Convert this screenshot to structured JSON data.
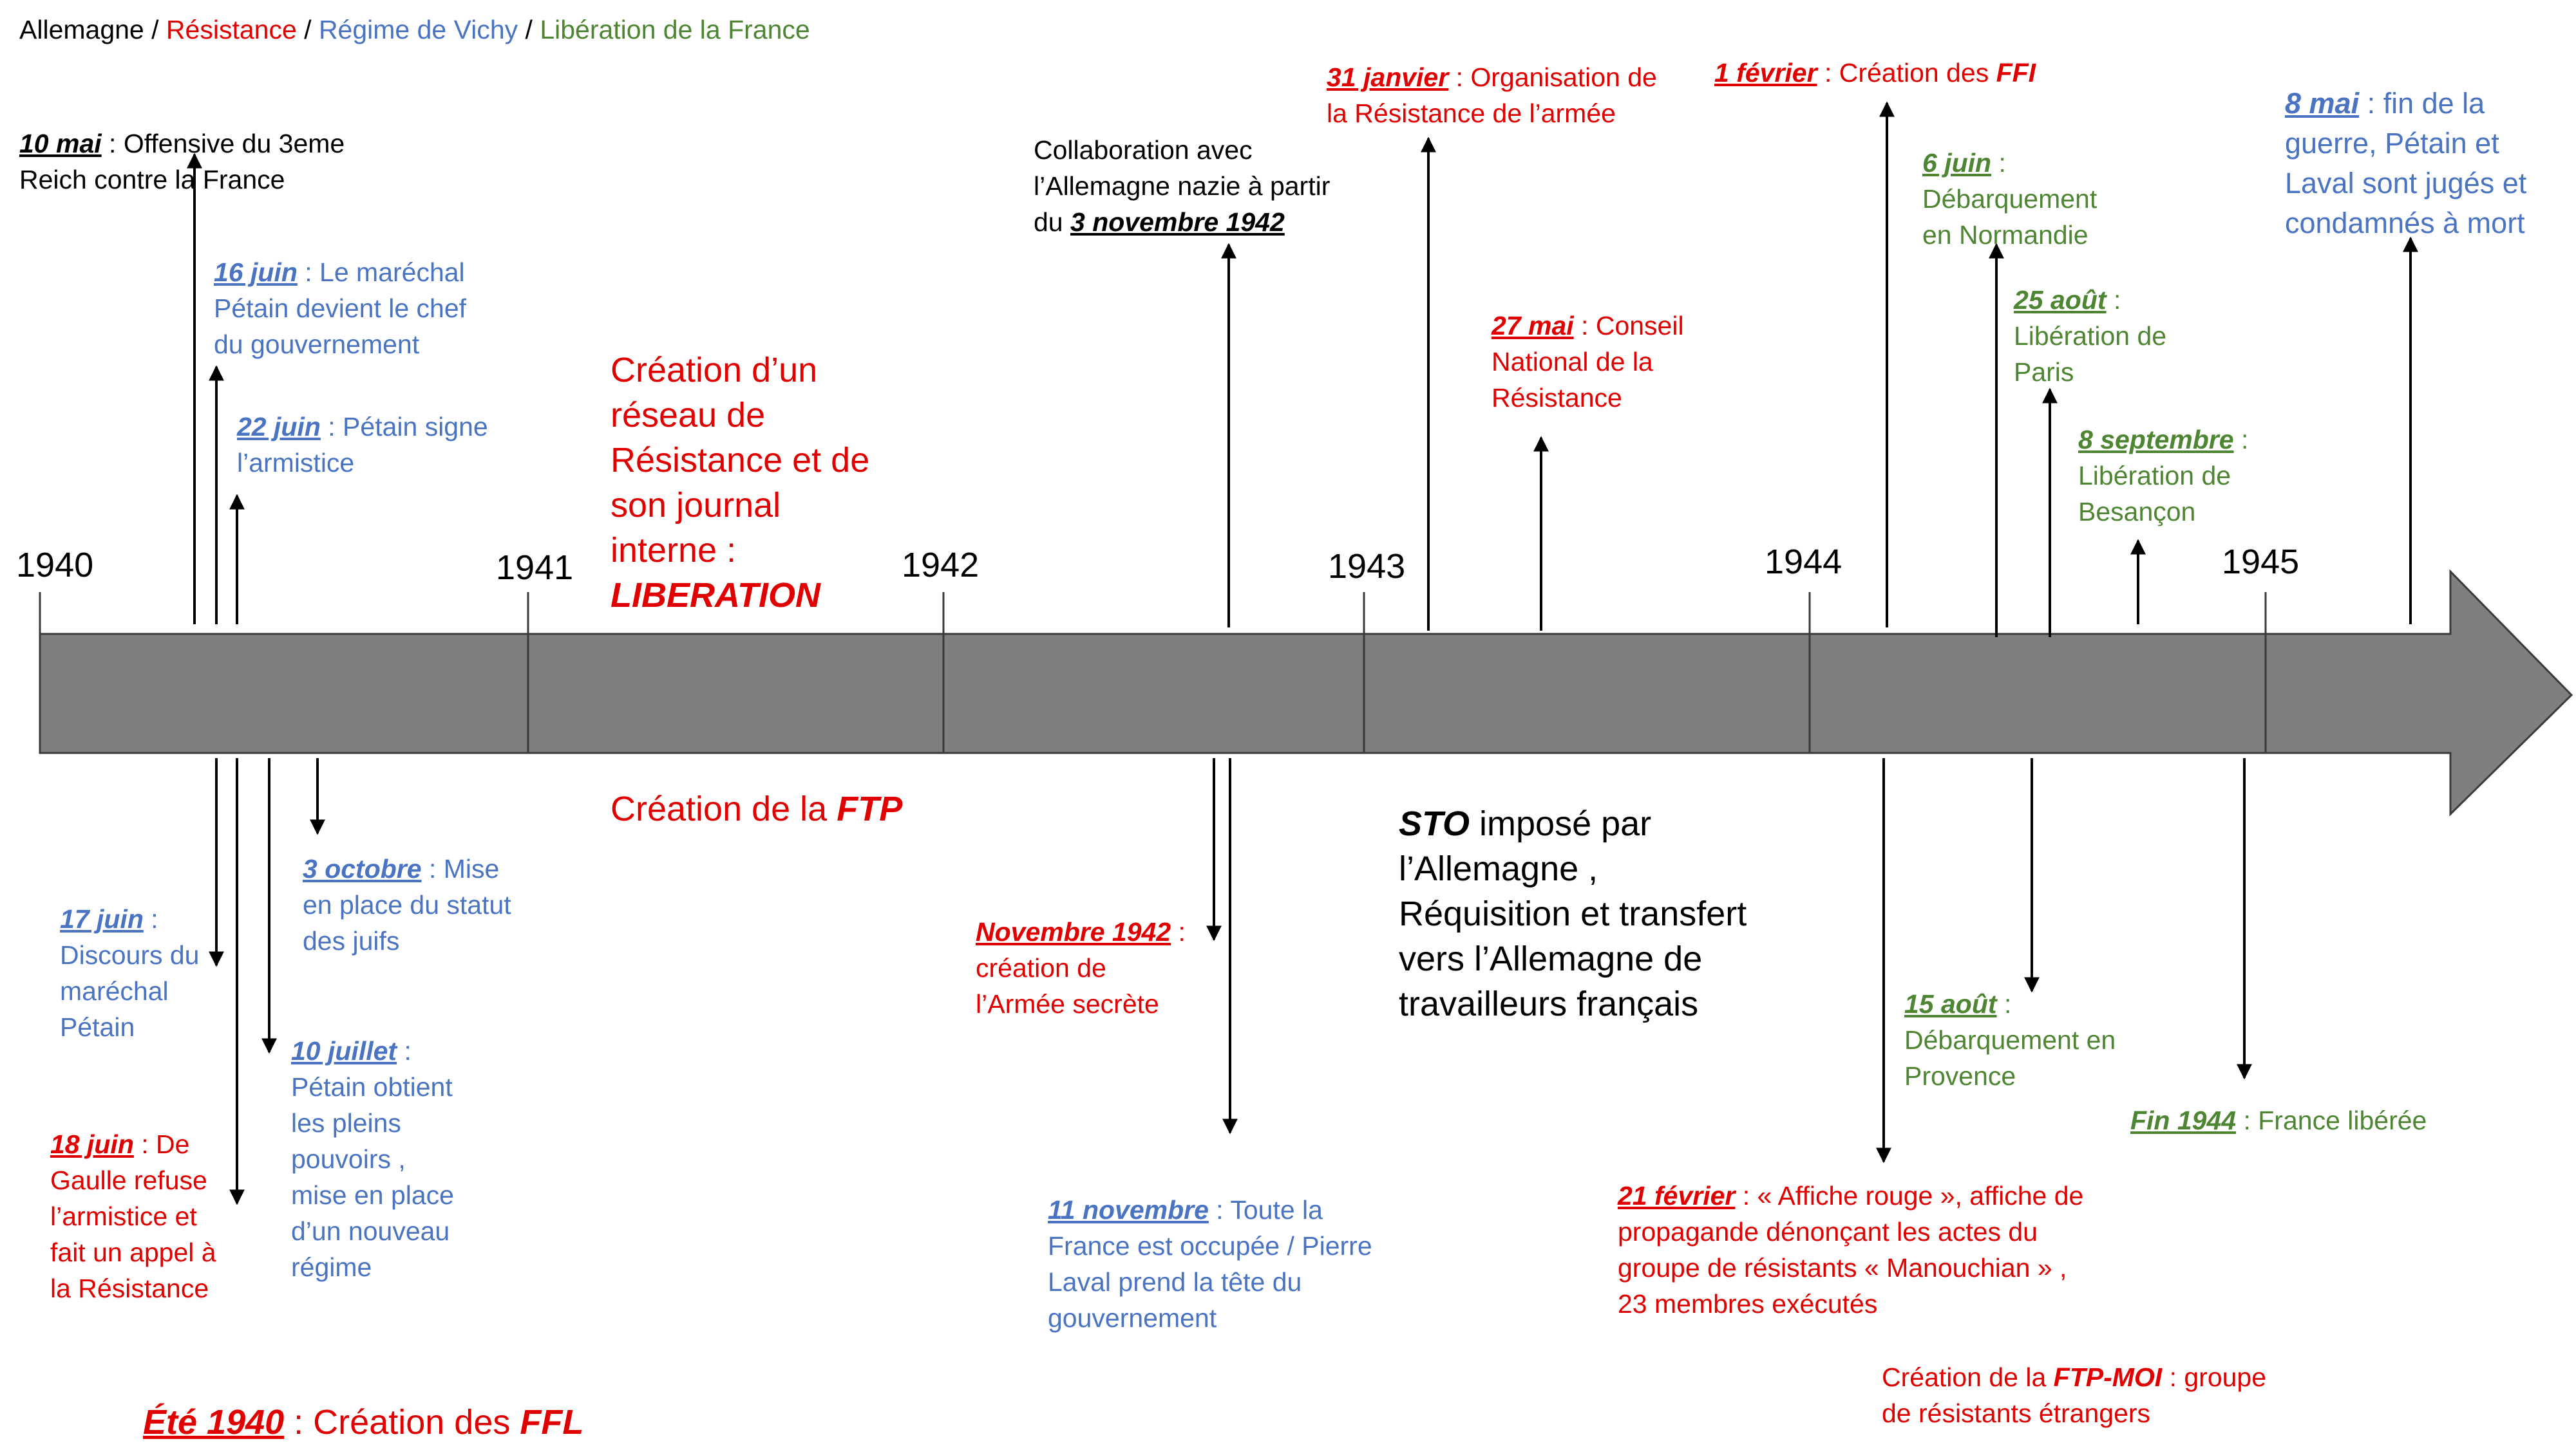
{
  "colors": {
    "allemagne": "#000000",
    "resistance": "#e00000",
    "vichy": "#4a74c2",
    "liberation": "#4e8533",
    "bar": "#7f7f7f"
  },
  "legend": {
    "allemagne": "Allemagne",
    "resistance": "Résistance",
    "vichy": "Régime de Vichy",
    "liberation": "Libération de la France",
    "sep": " / "
  },
  "years": [
    "1940",
    "1941",
    "1942",
    "1943",
    "1944",
    "1945"
  ],
  "events": {
    "e10mai": {
      "date": "10 mai",
      "text": " : Offensive du 3eme\nReich contre la France"
    },
    "e16juin": {
      "date": "16 juin",
      "text": " :  Le maréchal\nPétain devient le chef\ndu gouvernement"
    },
    "e22juin": {
      "date": "22 juin",
      "text": " : Pétain signe\nl’armistice"
    },
    "reseau": {
      "pre": "Création d’un\nréseau de\nRésistance et de\nson journal\ninterne :\n",
      "bold": "LIBERATION"
    },
    "collab": {
      "pre": "Collaboration avec\nl’Allemagne nazie à partir\ndu ",
      "date": "3 novembre 1942"
    },
    "e31jan": {
      "date": "31 janvier",
      "text": " : Organisation de\nla Résistance de l’armée"
    },
    "e27mai": {
      "date": "27 mai",
      "text": " : Conseil\nNational de la\nRésistance"
    },
    "e1fev": {
      "date": "1 février",
      "text": " : Création des ",
      "bold": "FFI"
    },
    "e6juin": {
      "date": "6 juin",
      "text": " :\nDébarquement\nen Normandie"
    },
    "e25aout": {
      "date": "25 août",
      "text": " :\nLibération de\nParis"
    },
    "e8sept": {
      "date": "8 septembre",
      "text": " :\nLibération de\nBesançon"
    },
    "e8mai": {
      "date": "8 mai",
      "text": " : fin de la\nguerre,  Pétain et\nLaval sont jugés et\ncondamnés à mort"
    },
    "e17juin": {
      "date": "17 juin",
      "text": " :\nDiscours du\nmaréchal\nPétain"
    },
    "e18juin": {
      "date": "18 juin",
      "text": " : De\nGaulle refuse\nl’armistice et\nfait un appel à\nla Résistance"
    },
    "e3oct": {
      "date": "3 octobre",
      "text": " : Mise\nen place du statut\ndes juifs"
    },
    "e10juil": {
      "date": "10 juillet",
      "text": " :\nPétain obtient\nles pleins\npouvoirs ,\nmise en place\nd’un nouveau\nrégime"
    },
    "ftp": {
      "text": "Création de la ",
      "bold": "FTP"
    },
    "nov1942": {
      "date": "Novembre 1942",
      "text": " :\ncréation de\nl’Armée secrète"
    },
    "e11nov": {
      "date": "11 novembre",
      "text": " : Toute la\nFrance est occupée / Pierre\nLaval prend la tête du\ngouvernement"
    },
    "sto": {
      "bold": "STO",
      "text": " imposé par\nl’Allemagne ,\nRéquisition et transfert\nvers l’Allemagne de\ntravailleurs français"
    },
    "e15aout": {
      "date": "15 août",
      "text": " :\nDébarquement en\nProvence"
    },
    "fin1944": {
      "date": "Fin 1944",
      "text": " : France libérée"
    },
    "e21fev": {
      "date": "21 février",
      "text": " : « Affiche rouge », affiche de\npropagande dénonçant les actes du\ngroupe de résistants « Manouchian » ,\n23 membres exécutés"
    },
    "ftpmoi": {
      "pre": "Création de la ",
      "bold": "FTP-MOI",
      "text": " : groupe\nde résistants étrangers"
    },
    "ete1940": {
      "date": "Été 1940",
      "text": " : Création des ",
      "bold": "FFL"
    }
  }
}
